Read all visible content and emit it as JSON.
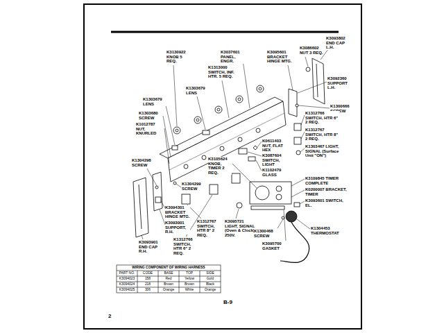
{
  "diagram": {
    "labels": [
      "K3130922 KNOB 5 REQ.",
      "K3037601 PANEL, ENGR.",
      "K3095601 BRACKET HINGE MTG.",
      "K3086602 NUT 3 REQ.",
      "K3093802 END CAP L.H.",
      "K1303679 LENS",
      "K1313000 SWITCH, INF. HTR. 5 REQ.",
      "K1303679 LENS",
      "K1303680 SCREW",
      "K1012787 NUT, KNURLED",
      "K1300666 SCREW",
      "K3092360 SUPPORT L.H.",
      "K0611403 NUT, FLAT HEX",
      "K3087604 SWITCH, LIGHT",
      "K1102479 GLASS",
      "K1312766 SWITCH, HTR 6\" 2 REQ.",
      "K1312767 SWITCH, HTR 8\" 2 REQ.",
      "K1303467 LIGHT, SIGNAL (Surface Unit \"ON\")",
      "K1304298 SCREW",
      "K3105624 KNOB, TIMER 2 REQ.",
      "K3109845 TIMER COMPLETE",
      "K0200007 BRACKET, TIMER",
      "K3093601 SWITCH, EL.",
      "K1304299 SCREW",
      "K3094301 BRACKET HINGE MTG.",
      "K3093001 SUPPORT, R.H.",
      "K3093901 END CAP R.H.",
      "K1312767 SWITCH, HTR 8\" 2 REQ.",
      "K3095721 LIGHT, SIGNAL (Oven & Clock) 250V.",
      "K1312766 SWITCH, HTR 6\" 2 REQ.",
      "K1300468 SCREW",
      "K3095700 GASKET",
      "K1304453 THERMOSTAT",
      "WIRING COMPONENT OF WIRING HARNESS",
      "PART NO.",
      "CODE",
      "BASE",
      "TOP",
      "SIDE",
      "K3094023",
      "158",
      "Red",
      "Yellow",
      "Gold",
      "K3094024",
      "218",
      "Brown",
      "Brown",
      "Black",
      "K3094025",
      "306",
      "Orange",
      "White",
      "Orange",
      "B-9",
      "2"
    ]
  }
}
